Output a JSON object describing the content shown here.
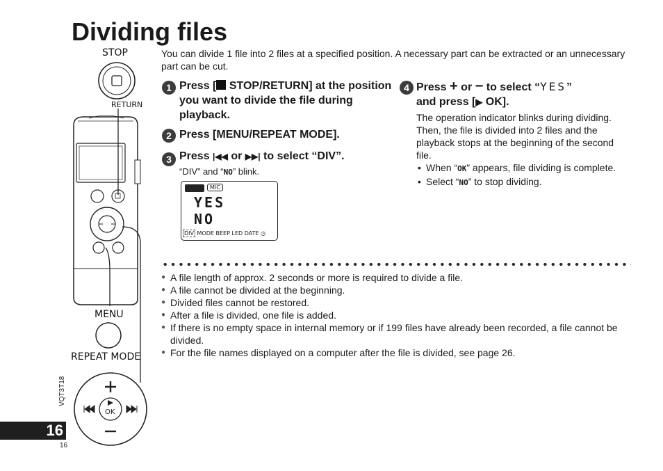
{
  "title": "Dividing files",
  "device_labels": {
    "stop": "STOP",
    "return": "RETURN",
    "menu": "MENU",
    "repeat_mode": "REPEAT MODE",
    "ok": "OK",
    "doc_code": "VQT3T18"
  },
  "intro": "You can divide 1 file into 2 files at a specified position. A necessary part can be extracted or an unnecessary part can be cut.",
  "steps": [
    {
      "num": "1",
      "pre": "Press [",
      "post": " STOP/RETURN] at the position you want to divide the file during playback."
    },
    {
      "num": "2",
      "text": "Press [MENU/REPEAT MODE]."
    },
    {
      "num": "3",
      "pre": "Press ",
      "mid": " or ",
      "post": " to select “DIV”.",
      "note_pre": "“DIV” and “",
      "note_post": "” blink."
    },
    {
      "num": "4",
      "pre": "Press ",
      "mid": " or ",
      "post": " to select “",
      "post2": "”",
      "line2_pre": "and press [",
      "line2_post": " OK]."
    }
  ],
  "display": {
    "mic": "MIC",
    "yes": "YES",
    "no": "NO",
    "bottom": [
      "DIV",
      "MODE",
      "BEEP",
      "LED",
      "DATE"
    ]
  },
  "step4_body": {
    "p1": "The operation indicator blinks during dividing.",
    "p2": "Then, the file is divided into 2 files and the playback stops at the beginning of the second file.",
    "b1_pre": "When “",
    "b1_post": "” appears, file dividing is complete.",
    "b2_pre": "Select “",
    "b2_post": "” to stop dividing."
  },
  "notes": [
    "A file length of approx. 2 seconds or more is required to divide a file.",
    "A file cannot be divided at the beginning.",
    "Divided files cannot be restored.",
    "After a file is divided, one file is added.",
    "If there is no empty space in internal memory or if 199 files have already been recorded, a file cannot be divided.",
    "For the file names displayed on a computer after the file is divided, see page 26."
  ],
  "page": {
    "number": "16",
    "small": "16"
  }
}
